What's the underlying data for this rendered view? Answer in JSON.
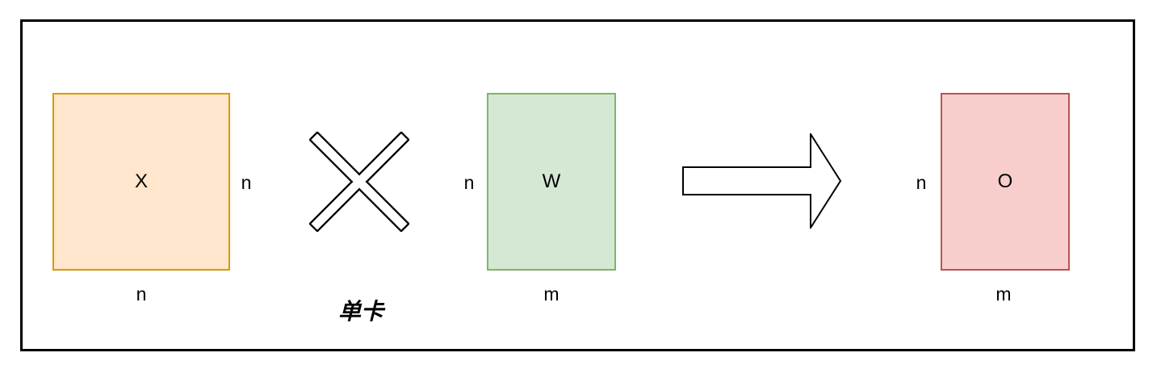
{
  "diagram": {
    "caption": "单卡",
    "matrix_x": {
      "label": "X",
      "right_label": "n",
      "bottom_label": "n",
      "fill": "#FFE6CC",
      "border": "#D79B00"
    },
    "matrix_w": {
      "label": "W",
      "left_label": "n",
      "bottom_label": "m",
      "fill": "#D5E8D4",
      "border": "#82B366"
    },
    "matrix_o": {
      "label": "O",
      "left_label": "n",
      "bottom_label": "m",
      "fill": "#F8CECC",
      "border": "#B85450"
    },
    "icons": {
      "multiply": "multiply-cross-icon",
      "arrow": "right-block-arrow-icon"
    },
    "frame_color": "#000000"
  }
}
